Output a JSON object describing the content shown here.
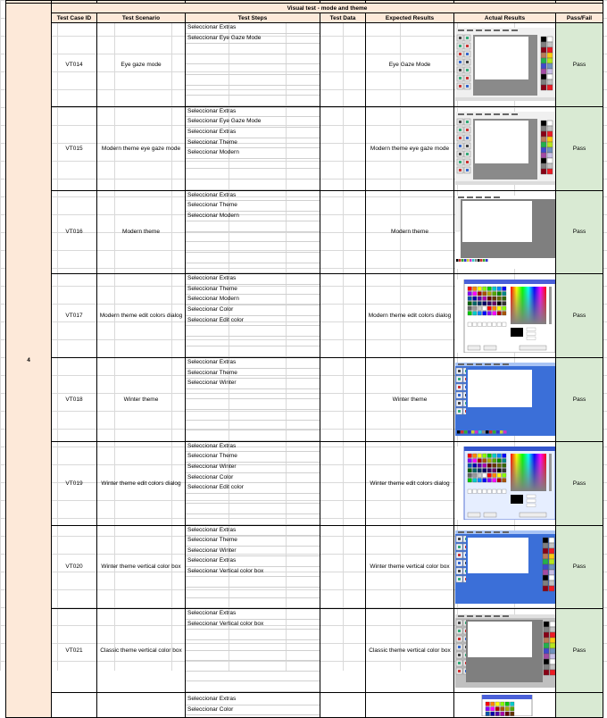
{
  "section_number": "4",
  "section_title": "Visual test - mode and theme",
  "columns": [
    "Test Case ID",
    "Test Scenario",
    "Test Steps",
    "Test Data",
    "Expected Results",
    "Actual Results",
    "Pass/Fail"
  ],
  "rows": [
    {
      "id": "VT014",
      "scenario": "Eye gaze mode",
      "steps": [
        "Seleccionar Extras",
        "Seleccionar Eye Gaze Mode"
      ],
      "data": "",
      "expected": "Eye Gaze Mode",
      "result": "Pass",
      "shot": "eyegaze"
    },
    {
      "id": "VT015",
      "scenario": "Modern theme eye gaze mode",
      "steps": [
        "Seleccionar Extras",
        "Seleccionar Eye Gaze Mode",
        "Seleccionar Extras",
        "Seleccionar Theme",
        "Seleccionar Modern"
      ],
      "data": "",
      "expected": "Modern theme eye gaze mode",
      "result": "Pass",
      "shot": "eyegaze2"
    },
    {
      "id": "VT016",
      "scenario": "Modern theme",
      "steps": [
        "Seleccionar Extras",
        "Seleccionar Theme",
        "Seleccionar Modern"
      ],
      "data": "",
      "expected": "Modern theme",
      "result": "Pass",
      "shot": "modern"
    },
    {
      "id": "VT017",
      "scenario": "Modern theme edit colors dialog",
      "steps": [
        "Seleccionar Extras",
        "Seleccionar Theme",
        "Seleccionar Modern",
        "Seleccionar Color",
        "Seleccionar Edit color"
      ],
      "data": "",
      "expected": "Modern theme edit colors dialog",
      "result": "Pass",
      "shot": "dialog_modern"
    },
    {
      "id": "VT018",
      "scenario": "Winter theme",
      "steps": [
        "Seleccionar Extras",
        "Seleccionar Theme",
        "Seleccionar Winter"
      ],
      "data": "",
      "expected": "Winter theme",
      "result": "Pass",
      "shot": "winter"
    },
    {
      "id": "VT019",
      "scenario": "Winter theme edit colors dialog",
      "steps": [
        "Seleccionar Extras",
        "Seleccionar Theme",
        "Seleccionar Winter",
        "Seleccionar Color",
        "Seleccionar Edit color"
      ],
      "data": "",
      "expected": "Winter theme edit colors dialog",
      "result": "Pass",
      "shot": "dialog_winter"
    },
    {
      "id": "VT020",
      "scenario": "Winter theme vertical color box",
      "steps": [
        "Seleccionar Extras",
        "Seleccionar Theme",
        "Seleccionar Winter",
        "Seleccionar Extras",
        "Seleccionar Vertical color box"
      ],
      "data": "",
      "expected": "Winter theme vertical color box",
      "result": "Pass",
      "shot": "winter_vertical"
    },
    {
      "id": "VT021",
      "scenario": "Classic theme vertical color box",
      "steps": [
        "Seleccionar Extras",
        "Seleccionar Vertical color box"
      ],
      "data": "",
      "expected": "Classic theme vertical color box",
      "result": "Pass",
      "shot": "classic_vertical"
    },
    {
      "id": "",
      "scenario": "",
      "steps": [
        "Seleccionar Extras",
        "Seleccionar Color"
      ],
      "data": "",
      "expected": "",
      "result": "",
      "shot": "partial_dialog"
    }
  ],
  "colors": {
    "header_fill": "#fde9d9",
    "pass_fill": "#d9ead3",
    "winter_blue": "#3b6fd8",
    "canvas_gray": "#7f7f7f",
    "dialog_blue": "#3355cc"
  }
}
